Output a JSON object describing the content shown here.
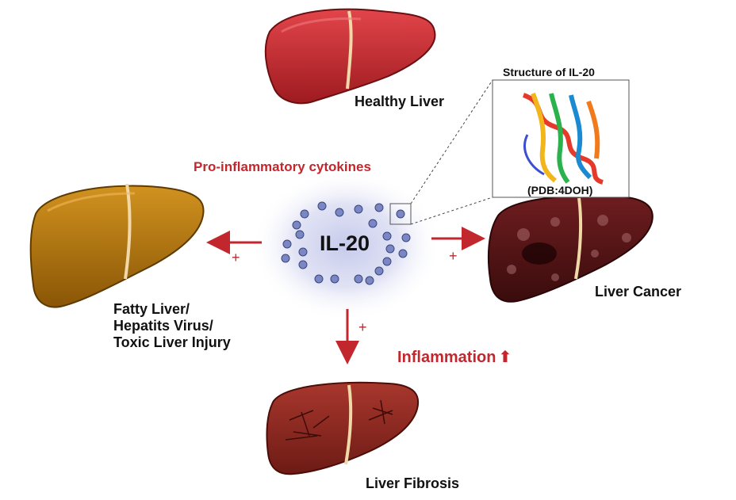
{
  "center": {
    "label": "IL-20"
  },
  "cytokines_label": "Pro-inflammatory cytokines",
  "livers": {
    "healthy": "Healthy Liver",
    "fatty": [
      "Fatty Liver/",
      "Hepatits Virus/",
      "Toxic Liver Injury"
    ],
    "cancer": "Liver Cancer",
    "fibrosis": "Liver Fibrosis"
  },
  "structure": {
    "title": "Structure of IL-20",
    "pdb": "(PDB:4DOH)"
  },
  "arrows": {
    "plus": "+"
  },
  "inflammation": {
    "label": "Inflammation",
    "arrow": "⬆"
  },
  "colors": {
    "healthy": "#c4252b",
    "fatty": "#b8770f",
    "cancer": "#5c1517",
    "fibrosis": "#8f2a22",
    "arrow": "#c1272d",
    "dots": "#7b87c2",
    "glow": "#c9cdea"
  }
}
